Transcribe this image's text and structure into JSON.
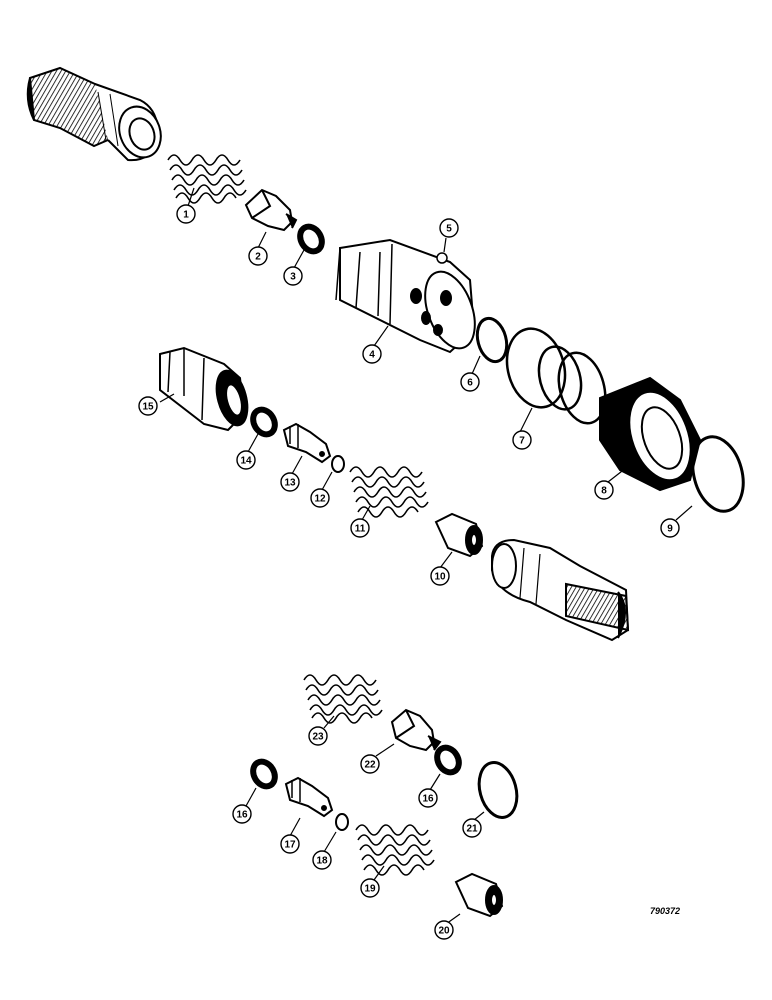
{
  "diagram": {
    "drawing_number": "790372",
    "callouts": [
      "1",
      "2",
      "3",
      "4",
      "5",
      "6",
      "7",
      "8",
      "9",
      "10",
      "11",
      "12",
      "13",
      "14",
      "15",
      "16",
      "17",
      "18",
      "19",
      "20",
      "21",
      "22",
      "23",
      "16"
    ]
  }
}
